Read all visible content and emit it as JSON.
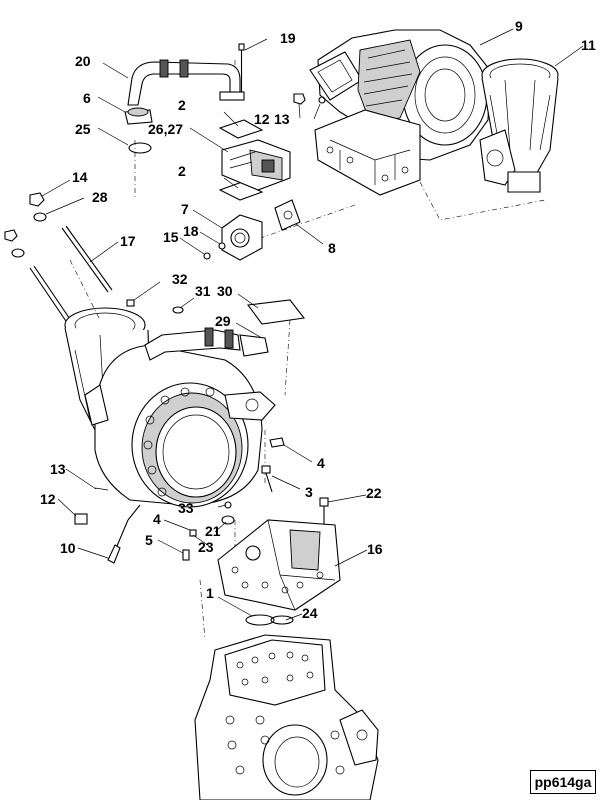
{
  "figure_id": "pp614ga",
  "callouts": [
    "1",
    "2",
    "3",
    "4",
    "5",
    "6",
    "7",
    "8",
    "9",
    "10",
    "11",
    "12",
    "13",
    "14",
    "15",
    "16",
    "17",
    "18",
    "19",
    "20",
    "21",
    "22",
    "23",
    "24",
    "25",
    "26,27",
    "28",
    "29",
    "30",
    "31",
    "32",
    "33"
  ]
}
